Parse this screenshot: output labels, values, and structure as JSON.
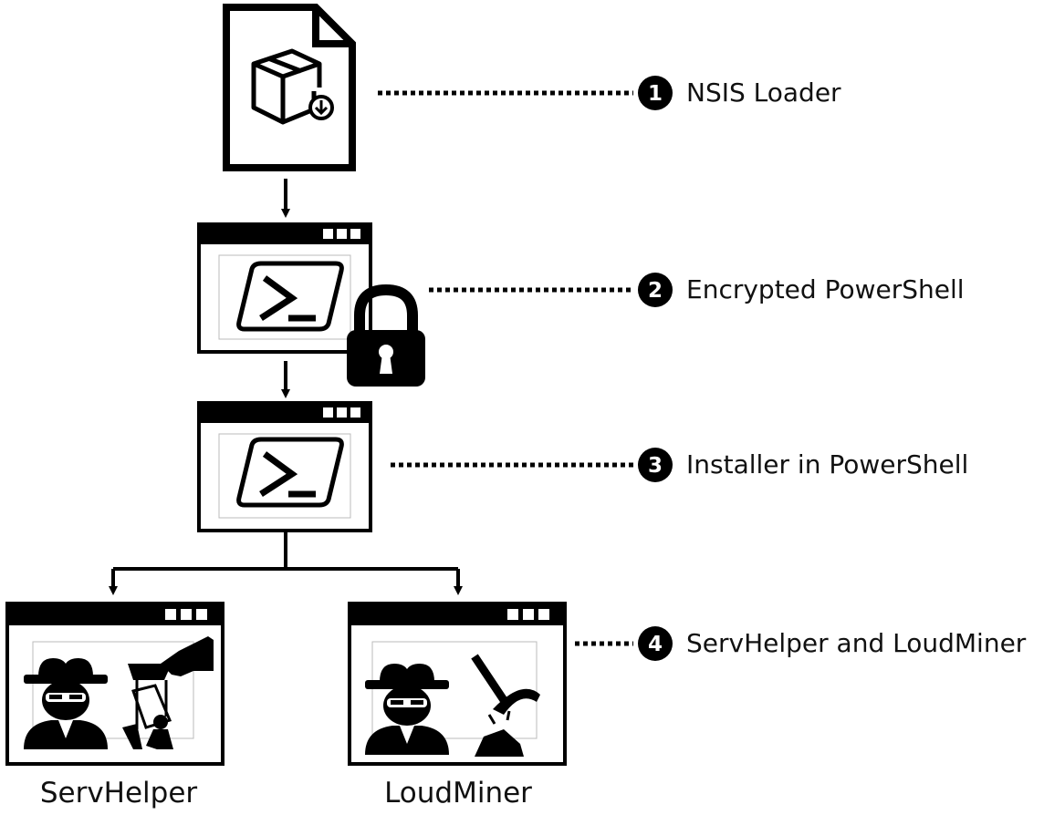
{
  "steps": [
    {
      "number": "1",
      "label": "NSIS Loader"
    },
    {
      "number": "2",
      "label": "Encrypted PowerShell"
    },
    {
      "number": "3",
      "label": "Installer in PowerShell"
    },
    {
      "number": "4",
      "label": "ServHelper and LoudMiner"
    }
  ],
  "captions": {
    "servhelper": "ServHelper",
    "loudminer": "LoudMiner"
  },
  "colors": {
    "ink": "#000000",
    "background": "#ffffff"
  }
}
